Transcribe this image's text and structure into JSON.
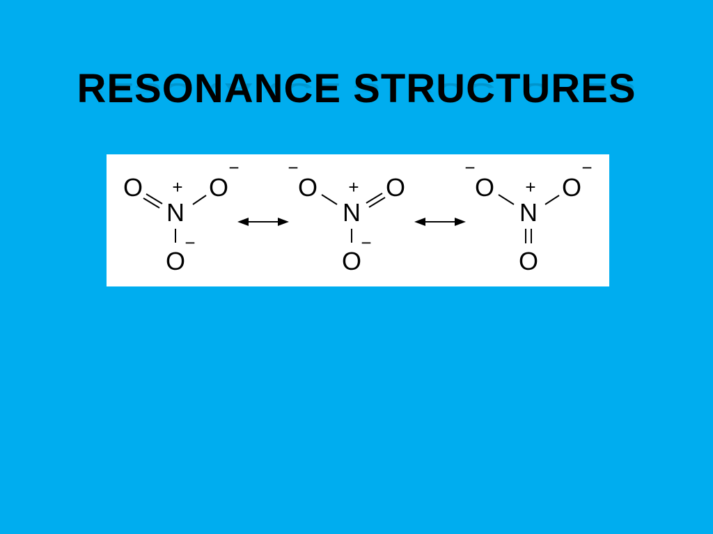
{
  "slide": {
    "title": "RESONANCE STRUCTURES",
    "background_color": "#00adef",
    "title_color": "#000000",
    "figure_background": "#ffffff"
  },
  "structures": [
    {
      "name": "structure-1",
      "atoms": {
        "top_left": "O",
        "top_right": "O",
        "center": "N",
        "bottom": "O"
      },
      "charges": {
        "center": "+",
        "top_left": "",
        "top_right": "−",
        "bottom": "−"
      },
      "bonds": {
        "top_left": "double",
        "top_right": "single",
        "bottom": "single"
      }
    },
    {
      "name": "structure-2",
      "atoms": {
        "top_left": "O",
        "top_right": "O",
        "center": "N",
        "bottom": "O"
      },
      "charges": {
        "center": "+",
        "top_left": "−",
        "top_right": "",
        "bottom": "−"
      },
      "bonds": {
        "top_left": "single",
        "top_right": "double",
        "bottom": "single"
      }
    },
    {
      "name": "structure-3",
      "atoms": {
        "top_left": "O",
        "top_right": "O",
        "center": "N",
        "bottom": "O"
      },
      "charges": {
        "center": "+",
        "top_left": "−",
        "top_right": "−",
        "bottom": ""
      },
      "bonds": {
        "top_left": "single",
        "top_right": "single",
        "bottom": "double"
      }
    }
  ],
  "resonance_arrows": [
    {
      "symbol": "double-headed-arrow"
    },
    {
      "symbol": "double-headed-arrow"
    }
  ]
}
